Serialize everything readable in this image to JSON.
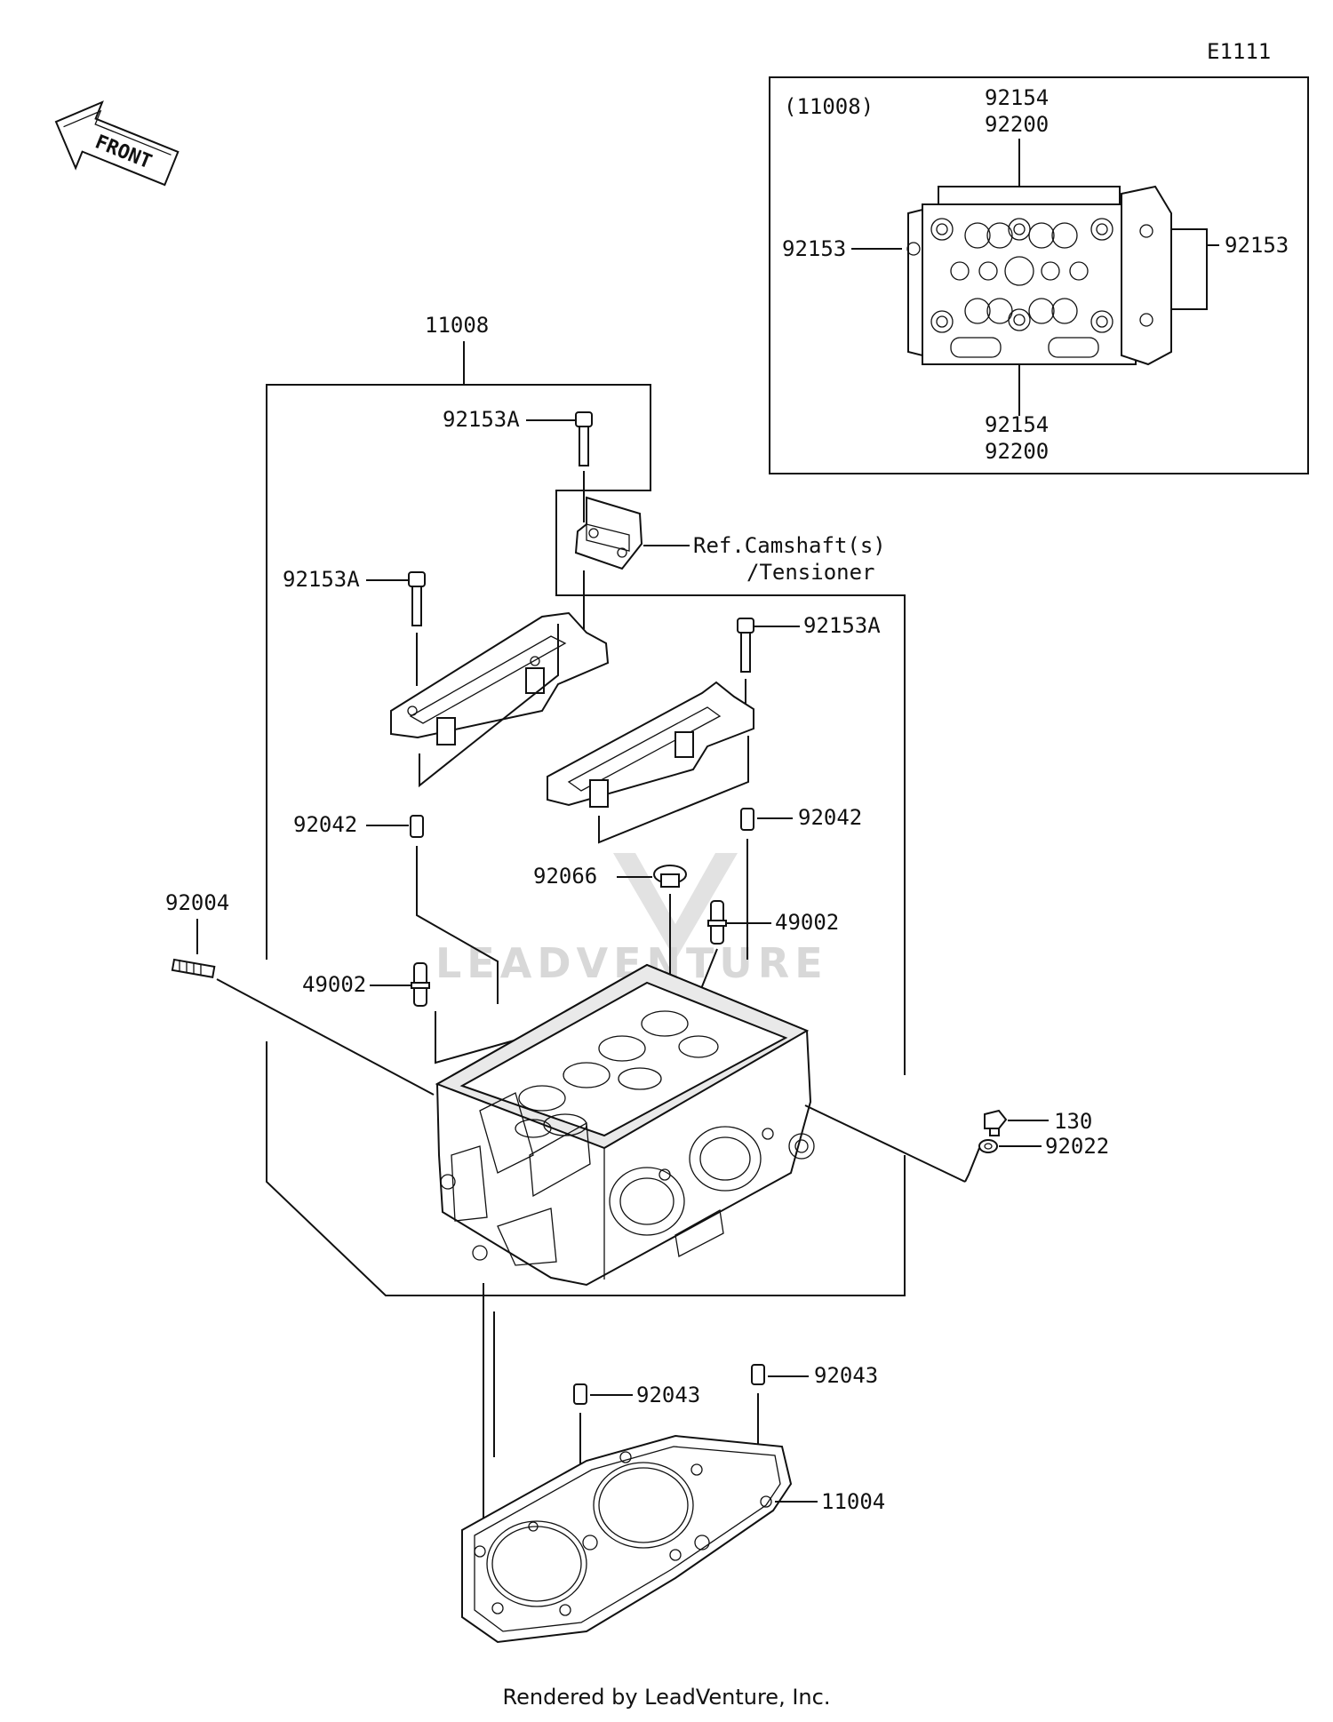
{
  "diagram_code": "E1111",
  "front_label": "FRONT",
  "watermark": "LEADVENTURE",
  "inset": {
    "title": "(11008)",
    "top_part_a": "92154",
    "top_part_b": "92200",
    "left_part": "92153",
    "right_part": "92153",
    "bottom_part_a": "92154",
    "bottom_part_b": "92200"
  },
  "callouts": {
    "cylinder_head": "11008",
    "bolt_top": "92153A",
    "bolt_left": "92153A",
    "bolt_right": "92153A",
    "ref_line1": "Ref.Camshaft(s)",
    "ref_line2": "/Tensioner",
    "dowel_left": "92042",
    "dowel_right": "92042",
    "plug": "92066",
    "stud": "92004",
    "guide_right": "49002",
    "guide_left": "49002",
    "fitting": "130",
    "washer": "92022",
    "pin_left": "92043",
    "pin_right": "92043",
    "gasket": "11004"
  },
  "footer": "Rendered by LeadVenture, Inc."
}
